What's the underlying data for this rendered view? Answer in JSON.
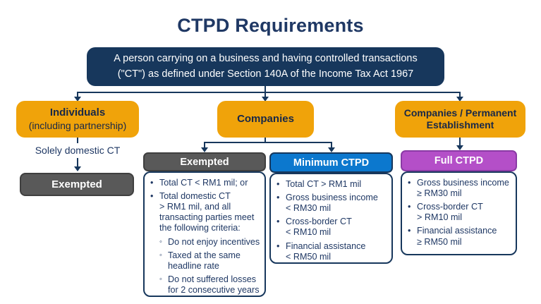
{
  "title": "CTPD Requirements",
  "colors": {
    "navy": "#17375C",
    "title_text": "#1F3864",
    "orange": "#F0A30A",
    "gray": "#595959",
    "gray_border": "#3F3F3F",
    "blue": "#0C78CE",
    "purple": "#B44FC8",
    "purple_border": "#8A3AA5",
    "body_text": "#1F3864"
  },
  "root": {
    "text": "A person carrying on a business and having controlled transactions\n(\"CT\") as defined under Section 140A of the Income Tax Act 1967"
  },
  "branches": {
    "individuals": {
      "title": "Individuals",
      "subtitle": "(including partnership)"
    },
    "companies": {
      "title": "Companies"
    },
    "companies_pe": {
      "title": "Companies / Permanent\nEstablishment"
    }
  },
  "individual_flow": {
    "edge_label": "Solely domestic CT",
    "result": "Exempted"
  },
  "columns": [
    {
      "header": "Exempted",
      "header_color": "#595959",
      "items": [
        {
          "level": 1,
          "text": "Total CT < RM1 mil; or"
        },
        {
          "level": 1,
          "text": "Total domestic CT\n> RM1 mil, and all\ntransacting parties meet\nthe following criteria:"
        },
        {
          "level": 2,
          "text": "Do not enjoy incentives"
        },
        {
          "level": 2,
          "text": "Taxed at the same\nheadline rate"
        },
        {
          "level": 2,
          "text": "Do not suffered losses\nfor 2 consecutive years"
        }
      ]
    },
    {
      "header": "Minimum CTPD",
      "header_color": "#0C78CE",
      "items": [
        {
          "level": 1,
          "text": "Total CT > RM1 mil"
        },
        {
          "level": 1,
          "text": "Gross business income\n< RM30 mil"
        },
        {
          "level": 1,
          "text": "Cross-border CT\n< RM10 mil"
        },
        {
          "level": 1,
          "text": "Financial assistance\n< RM50 mil"
        }
      ]
    },
    {
      "header": "Full CTPD",
      "header_color": "#B44FC8",
      "items": [
        {
          "level": 1,
          "text": "Gross business income\n≥ RM30 mil"
        },
        {
          "level": 1,
          "text": "Cross-border CT\n> RM10 mil"
        },
        {
          "level": 1,
          "text": "Financial assistance\n≥ RM50 mil"
        }
      ]
    }
  ]
}
